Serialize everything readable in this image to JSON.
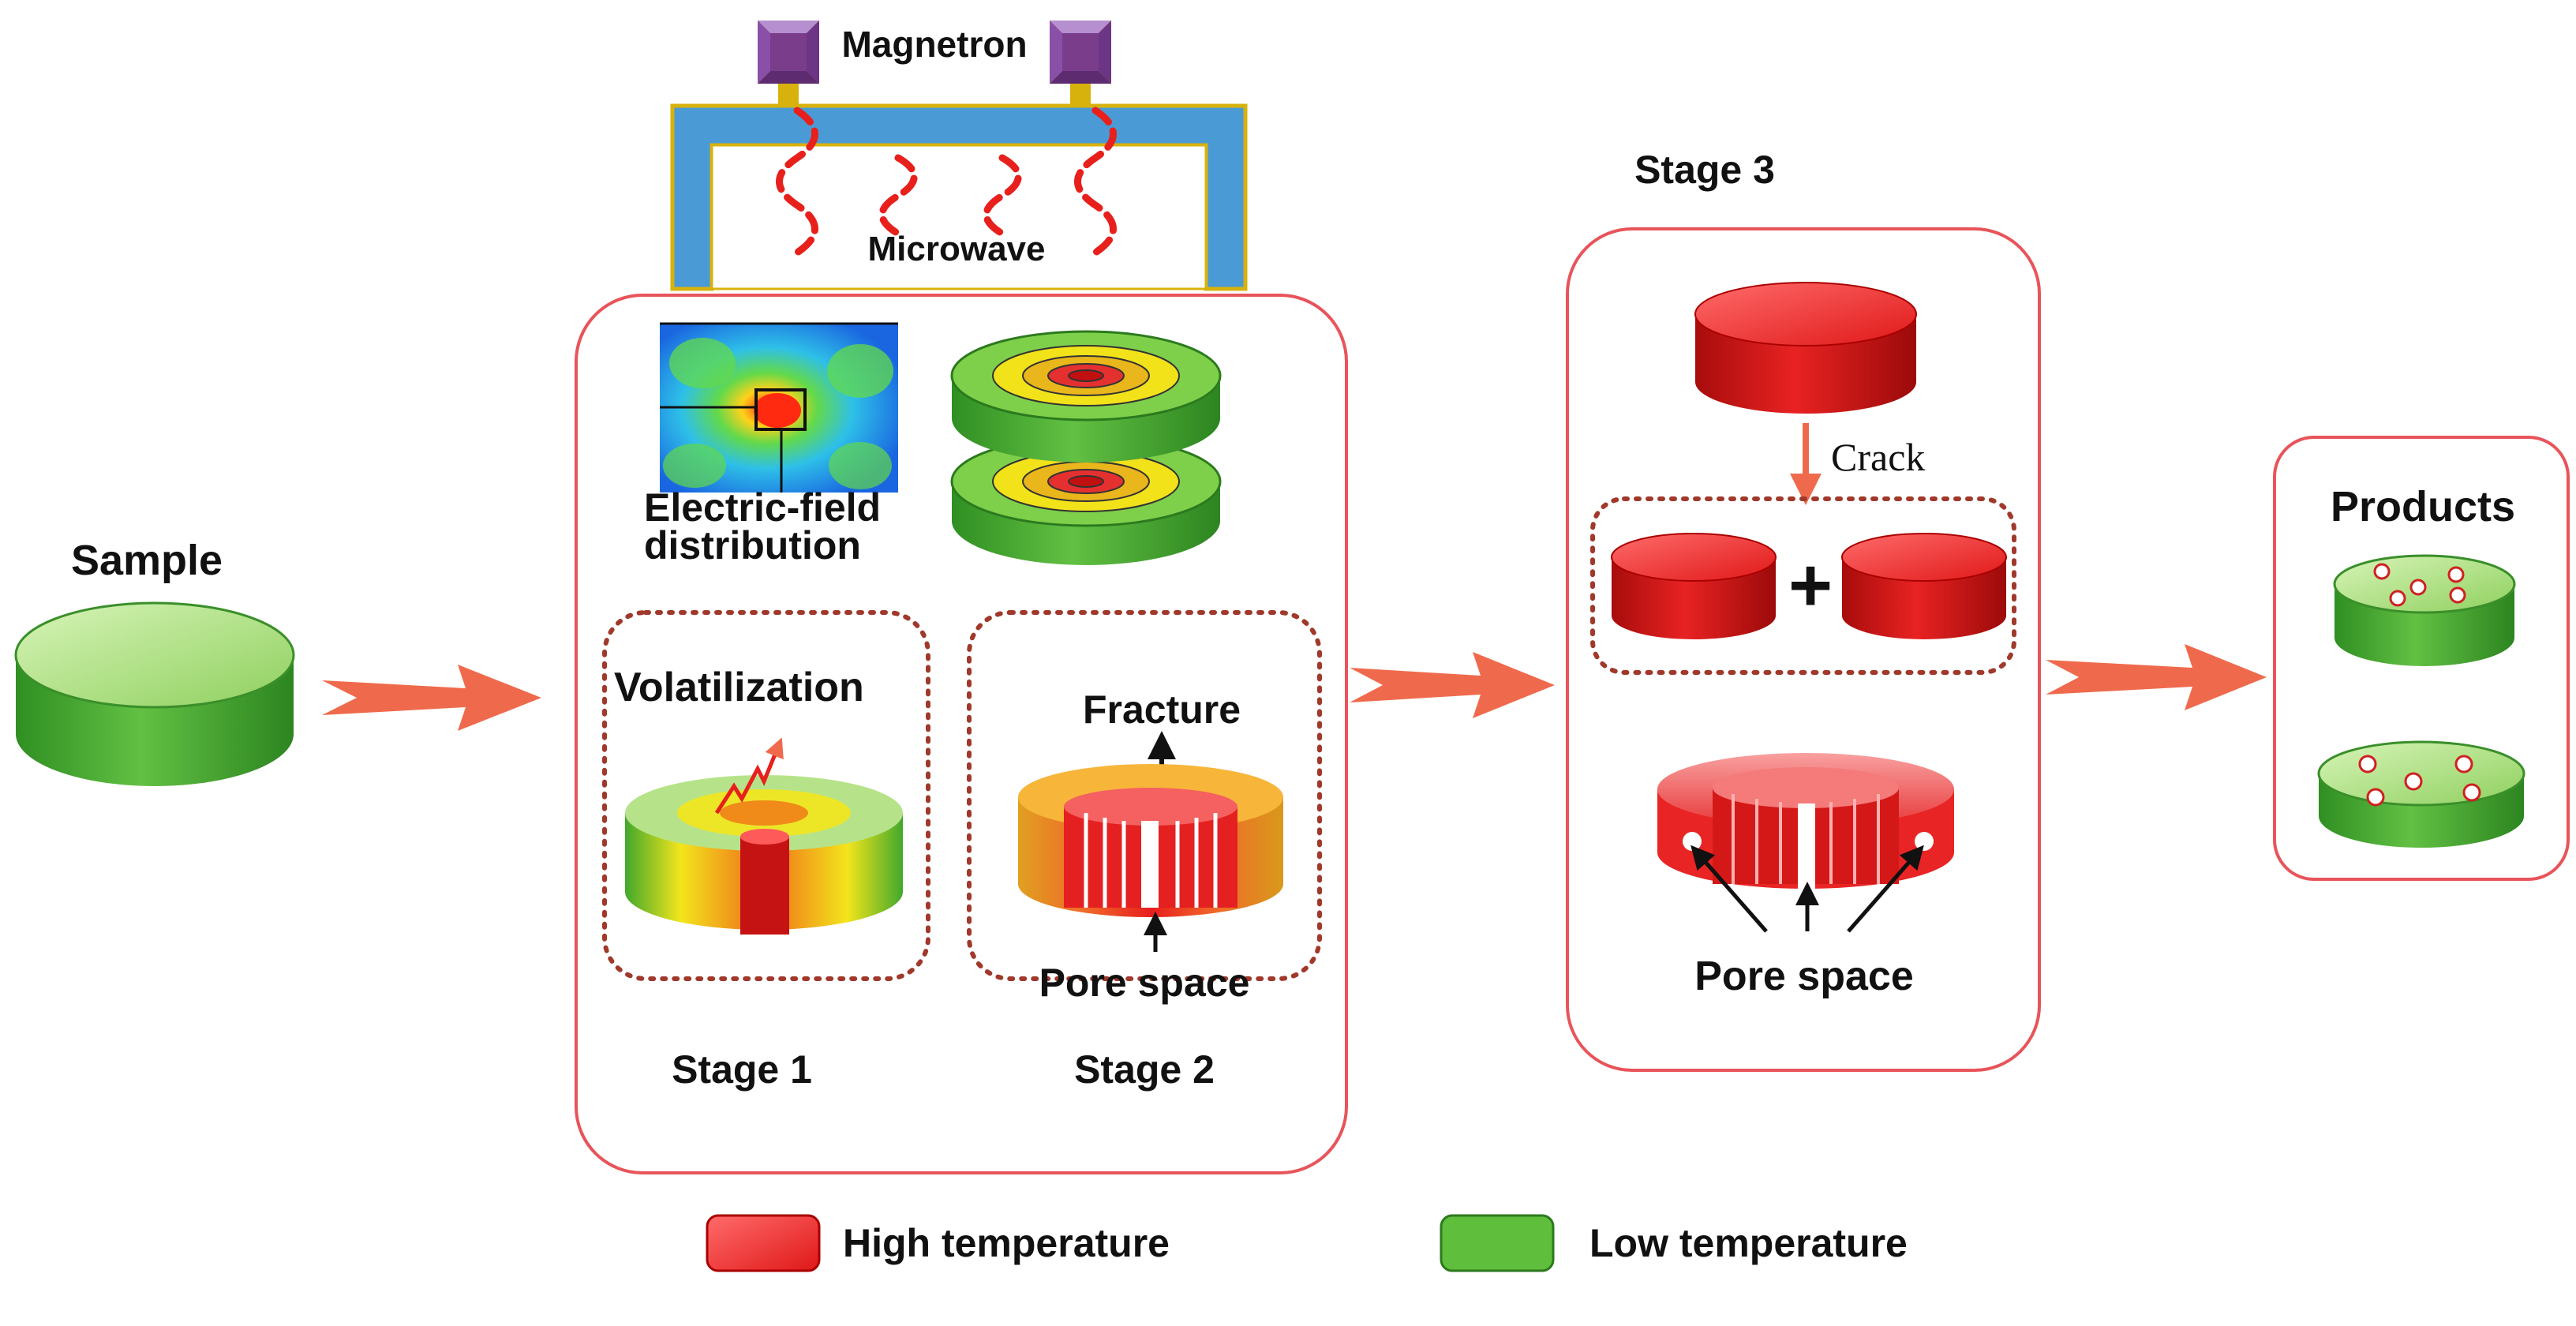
{
  "labels": {
    "magnetron": "Magnetron",
    "microwave": "Microwave",
    "sample": "Sample",
    "electric_field_line1": "Electric-field",
    "electric_field_line2": "distribution",
    "volatilization": "Volatilization",
    "fracture": "Fracture",
    "pore_space_stage2": "Pore space",
    "stage1": "Stage 1",
    "stage2": "Stage 2",
    "stage3": "Stage 3",
    "crack": "Crack",
    "plus": "+",
    "pore_space_stage3": "Pore space",
    "products": "Products"
  },
  "legend": {
    "high": "High temperature",
    "low": "Low temperature"
  },
  "colors": {
    "frame": "#e8545a",
    "dotted": "#a0392b",
    "arrow": "#ef6a4c",
    "waveguide": "#4a9ad6",
    "wave": "#e8201c",
    "magnetron": "#7a3d8c",
    "magnetron_stem": "#d8b20c",
    "hot": "#e01818",
    "warm": "#f2e21a",
    "cool": "#3fae2a",
    "light_green": "#a6dc7a"
  }
}
